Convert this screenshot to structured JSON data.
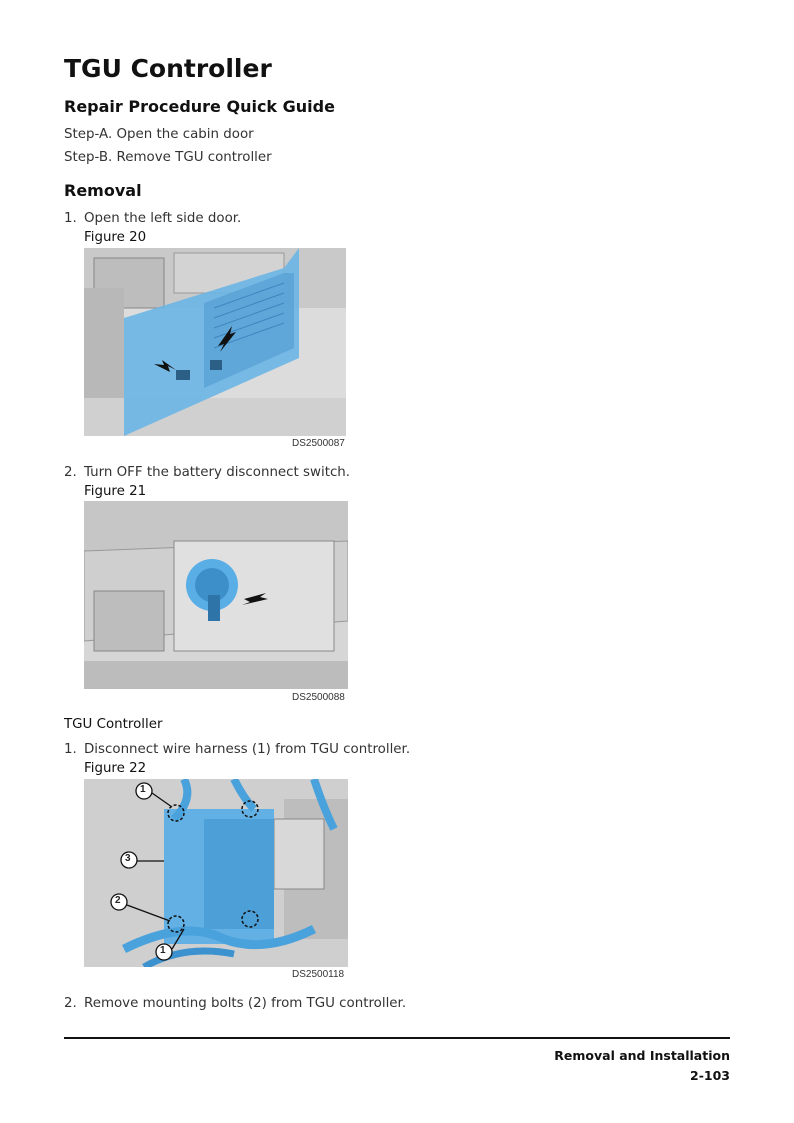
{
  "title": "TGU Controller",
  "quick_guide": {
    "heading": "Repair Procedure Quick Guide",
    "steps": [
      "Step-A. Open the cabin door",
      "Step-B. Remove TGU controller"
    ]
  },
  "removal": {
    "heading": "Removal",
    "steps": [
      {
        "num": "1.",
        "text": "Open the left side door.",
        "figure": "Figure 20",
        "code": "DS2500087"
      },
      {
        "num": "2.",
        "text": "Turn OFF the battery disconnect switch.",
        "figure": "Figure 21",
        "code": "DS2500088"
      }
    ]
  },
  "tgu_section": {
    "heading": "TGU Controller",
    "steps": [
      {
        "num": "1.",
        "text": "Disconnect wire harness (1) from TGU controller.",
        "figure": "Figure 22",
        "code": "DS2500118",
        "callouts": [
          "1",
          "3",
          "2",
          "1"
        ]
      },
      {
        "num": "2.",
        "text": "Remove mounting bolts (2) from TGU controller."
      }
    ]
  },
  "footer": {
    "section": "Removal and Installation",
    "page": "2-103"
  },
  "colors": {
    "highlight": "#5aaee6",
    "arrow": "#111111"
  }
}
